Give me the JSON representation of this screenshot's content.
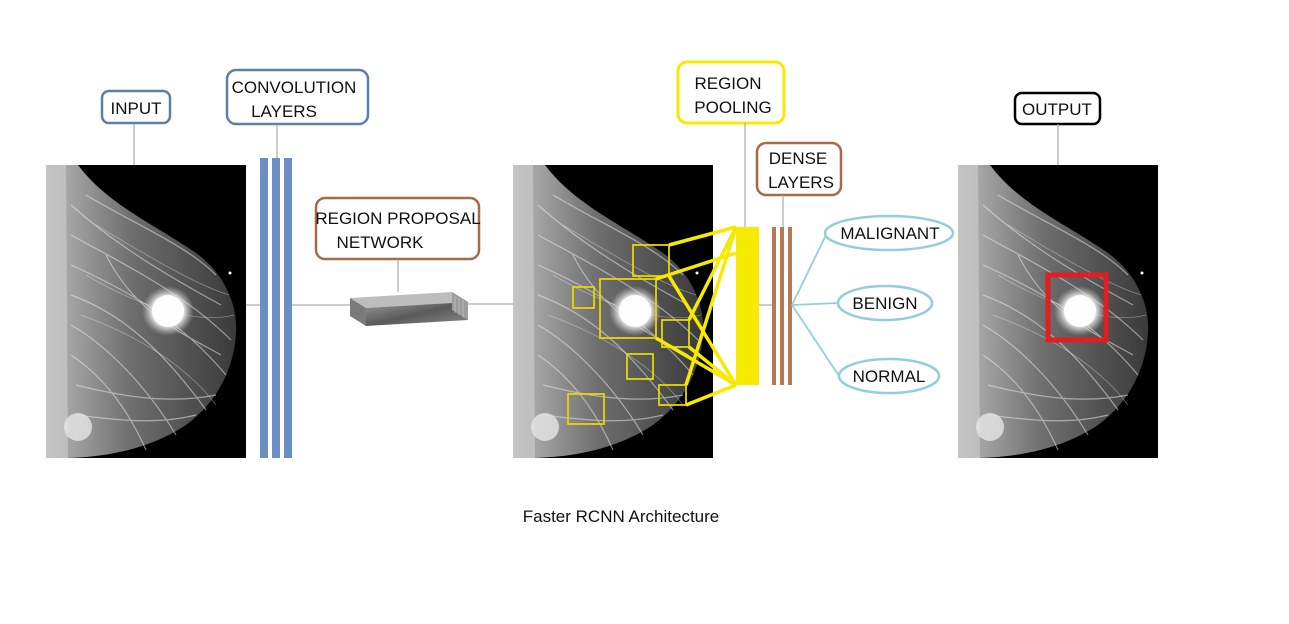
{
  "labels": {
    "input": "INPUT",
    "conv_line1": "CONVOLUTION",
    "conv_line2": "LAYERS",
    "rpn_line1": "REGION PROPOSAL",
    "rpn_line2": "NETWORK",
    "pool_line1": "REGION",
    "pool_line2": "POOLING",
    "dense_line1": "DENSE",
    "dense_line2": "LAYERS",
    "output": "OUTPUT"
  },
  "classes": [
    "MALIGNANT",
    "BENIGN",
    "NORMAL"
  ],
  "caption": "Faster RCNN Architecture",
  "colors": {
    "input_box": "#5b7fa6",
    "conv_layers": "#6b8fc2",
    "rpn_box": "#a86a46",
    "pool_box": "#f5ea00",
    "dense_box": "#a86a46",
    "dense_layers": "#b87a52",
    "class_ellipse": "#92cfdc",
    "output_box": "#000000",
    "detection_box": "#e01e24",
    "proposal_box": "#e5d800"
  }
}
